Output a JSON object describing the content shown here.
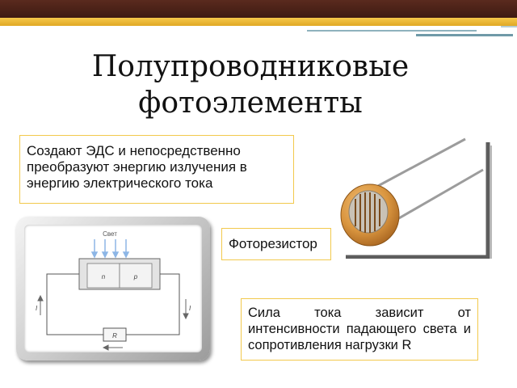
{
  "slide": {
    "title": "Полупроводниковые фотоэлементы",
    "emf_text": "Создают ЭДС и непосредственно преобразуют энергию излучения в энергию электрического тока",
    "photoresistor_label": "Фоторезистор",
    "current_text": "Сила тока зависит от интенсивности падающего света и сопротивления нагрузки R"
  },
  "diagram": {
    "light_label": "Свет",
    "n_label": "n",
    "p_label": "p",
    "r_label": "R",
    "current_left": "I",
    "current_right": "I"
  },
  "colors": {
    "top_bar": "#4a2218",
    "gold_band": "#f0bb3a",
    "box_border": "#f2c94c",
    "light_arrows": "#8db6e6",
    "resistor_body": "#d99b4a"
  }
}
